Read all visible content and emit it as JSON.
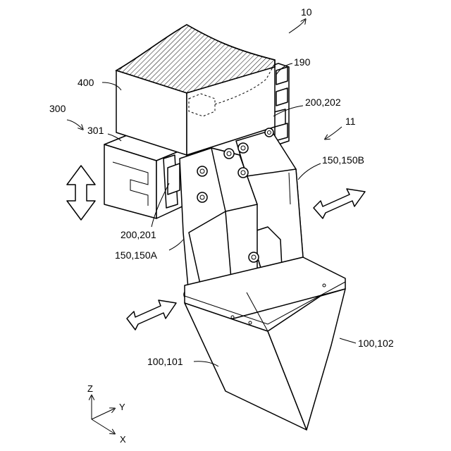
{
  "labels": {
    "gripper": "10",
    "stage": "300",
    "stage_block": "301",
    "workpiece": "400",
    "sensor": "190",
    "rail_upper": "200,202",
    "rail_lower": "200,201",
    "assembly": "11",
    "arm_b": "150,150B",
    "arm_a": "150,150A",
    "hopper_front": "100,101",
    "hopper_back": "100,102"
  },
  "axes": {
    "z": "Z",
    "y": "Y",
    "x": "X"
  },
  "icons": {
    "vertical_motion": "double-arrow-vertical-icon",
    "lateral_motion_right": "double-arrow-diagonal-icon",
    "lateral_motion_left": "double-arrow-diagonal-icon"
  }
}
